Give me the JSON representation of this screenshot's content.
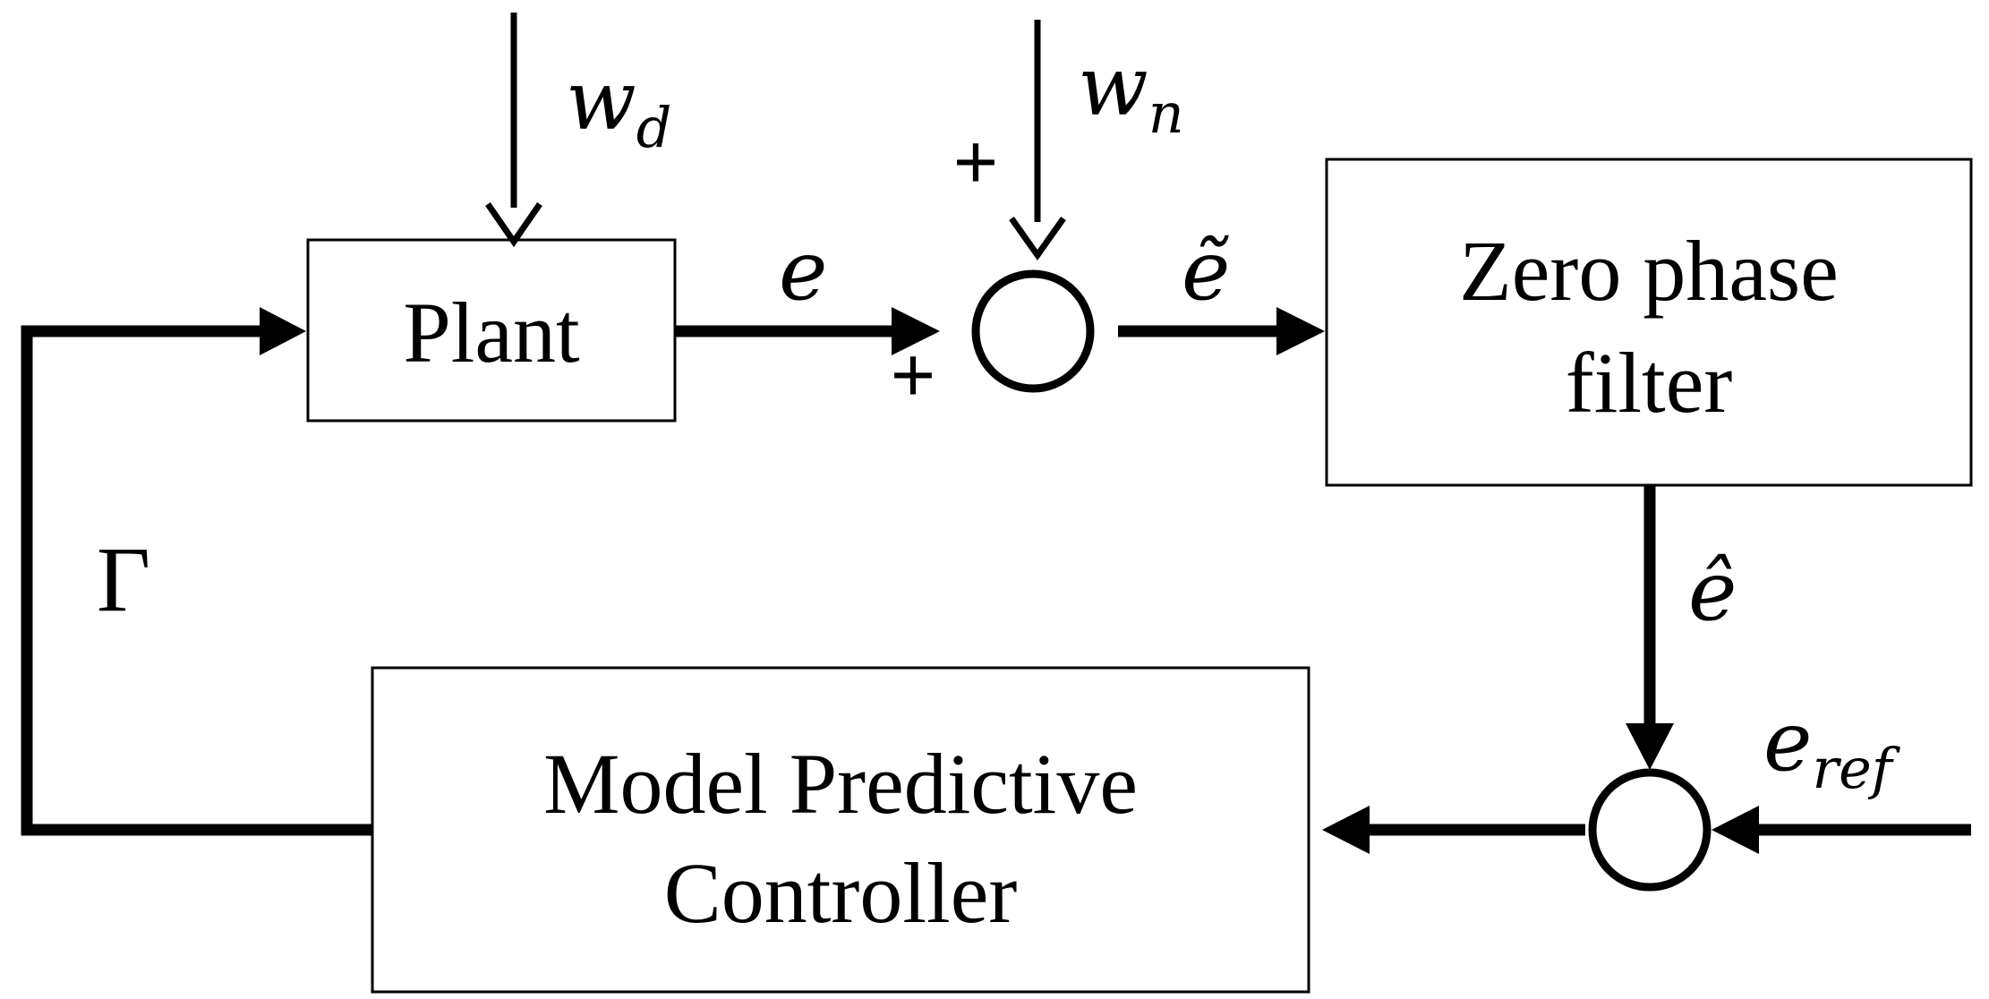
{
  "blocks": {
    "plant": "Plant",
    "filter": [
      "Zero phase",
      "filter"
    ],
    "controller": [
      "Model Predictive",
      "Controller"
    ]
  },
  "signals": {
    "disturbance": {
      "base": "w",
      "sub": "d"
    },
    "noise": {
      "base": "w",
      "sub": "n"
    },
    "error": "e",
    "noisy_error": "ẽ",
    "filtered_error": "ê",
    "reference": {
      "base": "e",
      "sub": "ref"
    },
    "control_input": "Γ"
  },
  "summing_signs": {
    "noise_input": "+",
    "error_input": "+"
  },
  "colors": {
    "line": "#000000",
    "background": "#ffffff"
  }
}
